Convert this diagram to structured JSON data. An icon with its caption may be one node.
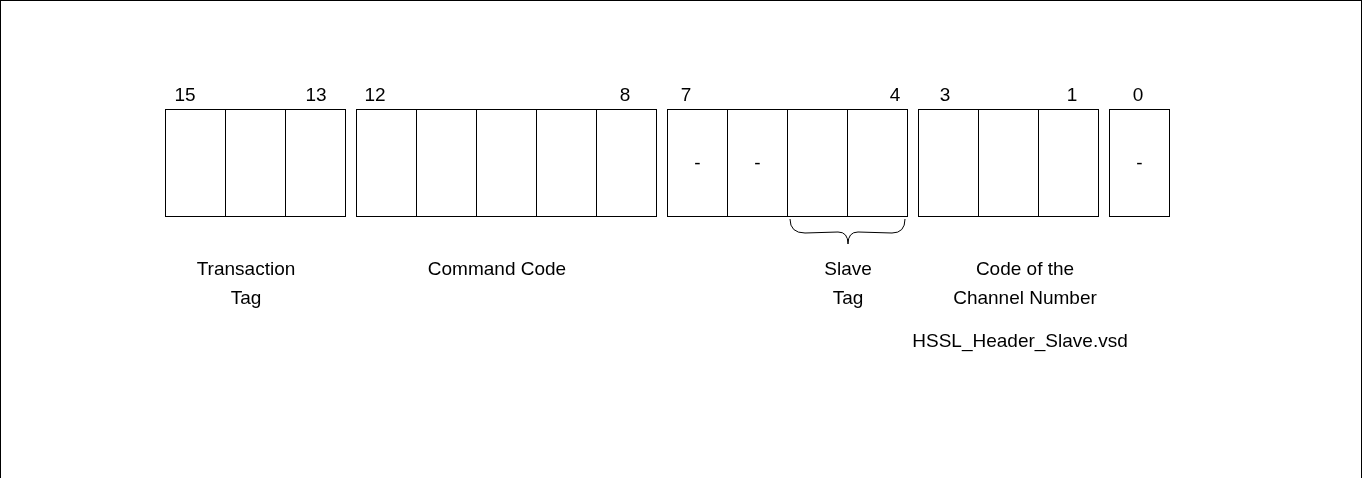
{
  "diagram": {
    "nodes": [
      {
        "text": [],
        "shape": "box"
      },
      {
        "text": [],
        "shape": "box"
      },
      {
        "text": [],
        "shape": "box"
      },
      {
        "text": [],
        "shape": "box"
      },
      {
        "text": [],
        "shape": "box"
      },
      {
        "text": [],
        "shape": "box"
      },
      {
        "text": [],
        "shape": "box"
      },
      {
        "text": [],
        "shape": "box"
      },
      {
        "text": [
          "-"
        ]
      },
      {
        "text": [
          "-"
        ]
      },
      {
        "text": [],
        "shape": "box"
      },
      {
        "text": [],
        "shape": "box"
      },
      {
        "text": [],
        "shape": "box"
      },
      {
        "text": [],
        "shape": "box"
      },
      {
        "text": [],
        "shape": "box"
      },
      {
        "text": [
          "-"
        ]
      }
    ],
    "labels": [
      "15",
      "13",
      "12",
      "8",
      "7",
      "4",
      "3",
      "1",
      "0",
      "Transaction Tag",
      "Command Code",
      "Slave Tag",
      "Code of the Channel Number",
      "HSSL_Header_Slave.vsd"
    ]
  }
}
